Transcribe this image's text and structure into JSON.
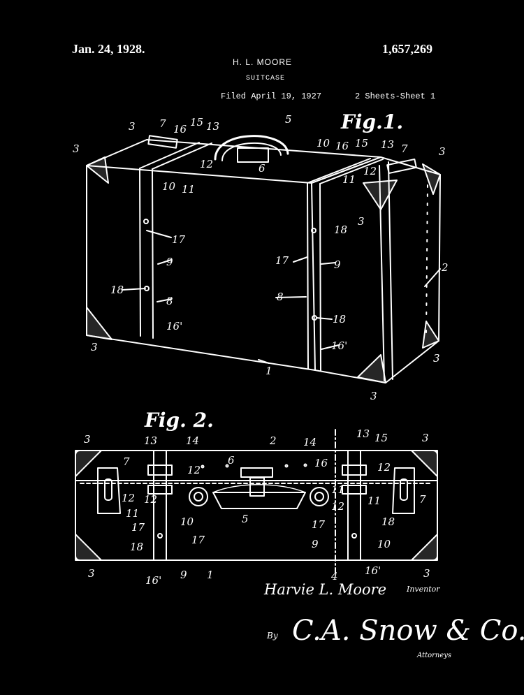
{
  "header": {
    "date": "Jan. 24, 1928.",
    "patent_number": "1,657,269",
    "inventor_name": "H. L. MOORE",
    "title": "SUITCASE",
    "filed": "Filed April 19, 1927",
    "sheets": "2 Sheets-Sheet 1"
  },
  "figures": {
    "fig1_label": "Fig.1.",
    "fig2_label": "Fig. 2."
  },
  "fig1_refs": [
    "3",
    "7",
    "16",
    "15",
    "13",
    "5",
    "10",
    "16",
    "15",
    "13",
    "7",
    "3",
    "3",
    "12",
    "6",
    "12",
    "10",
    "11",
    "11",
    "3",
    "2",
    "17",
    "9",
    "18",
    "17",
    "9",
    "18",
    "8",
    "8",
    "18",
    "16'",
    "16'",
    "3",
    "1",
    "3",
    "3"
  ],
  "fig2_refs": [
    "3",
    "13",
    "14",
    "2",
    "14",
    "13",
    "15",
    "3",
    "7",
    "12",
    "6",
    "16",
    "12",
    "7",
    "12",
    "12",
    "11",
    "11",
    "11",
    "5",
    "17",
    "10",
    "12",
    "18",
    "17",
    "18",
    "9",
    "10",
    "17",
    "3",
    "16'",
    "9",
    "1",
    "4",
    "16'",
    "3"
  ],
  "signature": {
    "inventor": "Harvie L. Moore",
    "inventor_label": "Inventor",
    "by": "By",
    "attorney": "C.A. Snow & Co.",
    "attorney_label": "Attorneys"
  },
  "colors": {
    "background": "#000000",
    "ink": "#ffffff"
  }
}
